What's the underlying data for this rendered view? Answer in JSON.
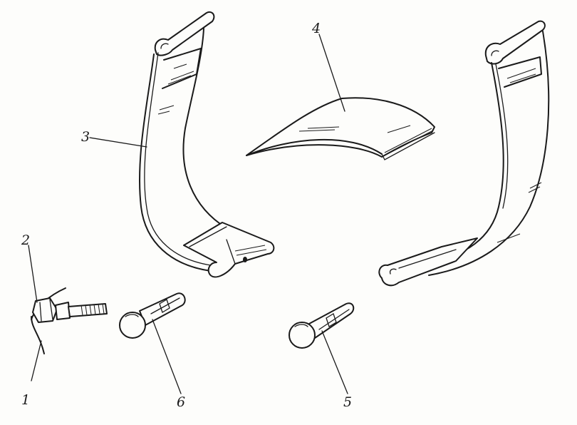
{
  "labels": {
    "part1": "1",
    "part2": "2",
    "part3": "3",
    "part4": "4",
    "part5": "5",
    "part6": "6"
  }
}
